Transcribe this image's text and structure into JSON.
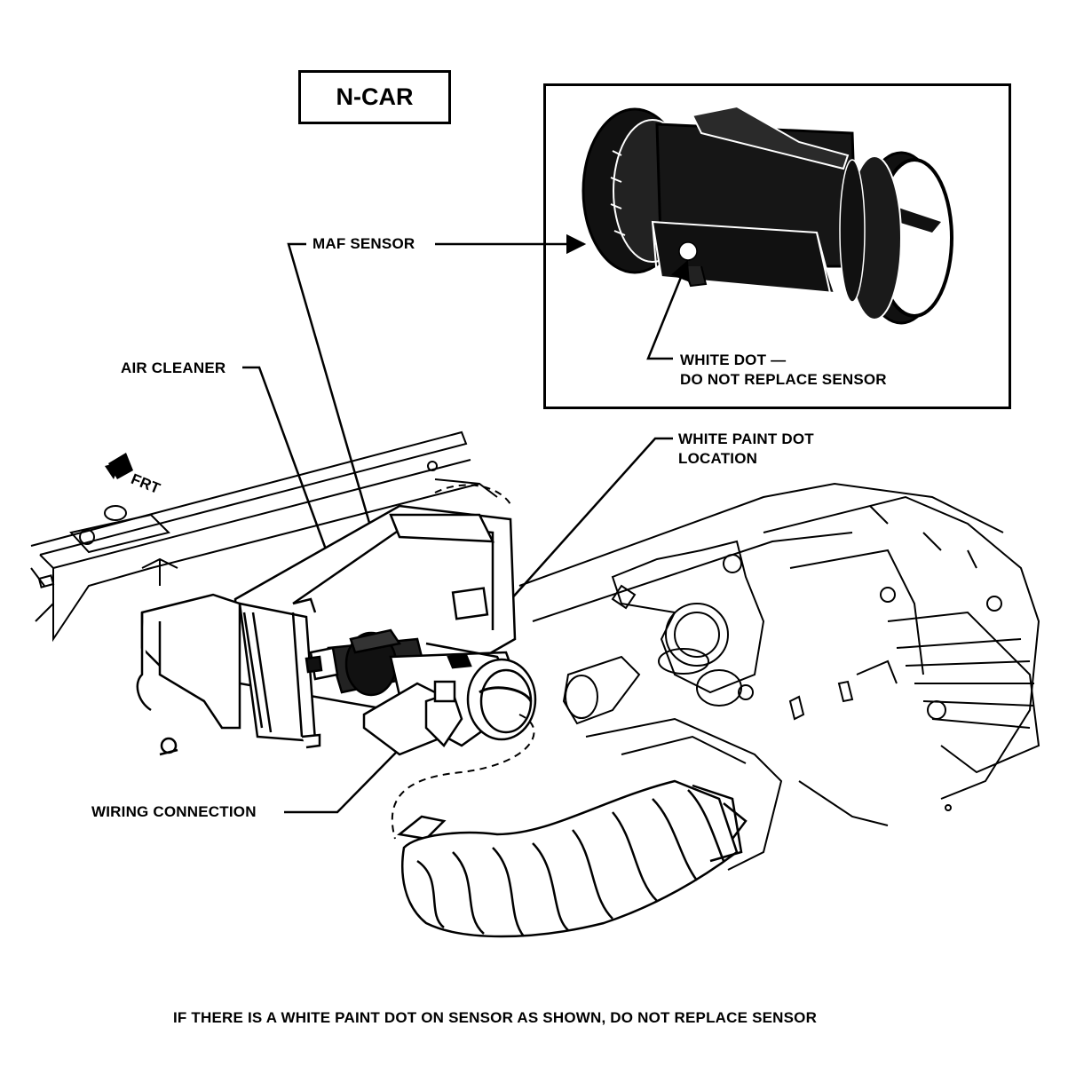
{
  "title": "N-CAR",
  "labels": {
    "maf_sensor": "MAF SENSOR",
    "white_dot_line1": "WHITE DOT —",
    "white_dot_line2": "DO NOT REPLACE SENSOR",
    "air_cleaner": "AIR CLEANER",
    "frt": "FRT",
    "white_paint_dot_line1": "WHITE PAINT DOT",
    "white_paint_dot_line2": "LOCATION",
    "wiring_connection": "WIRING CONNECTION"
  },
  "caption": "IF THERE IS A WHITE PAINT DOT ON SENSOR AS SHOWN, DO NOT REPLACE SENSOR"
}
